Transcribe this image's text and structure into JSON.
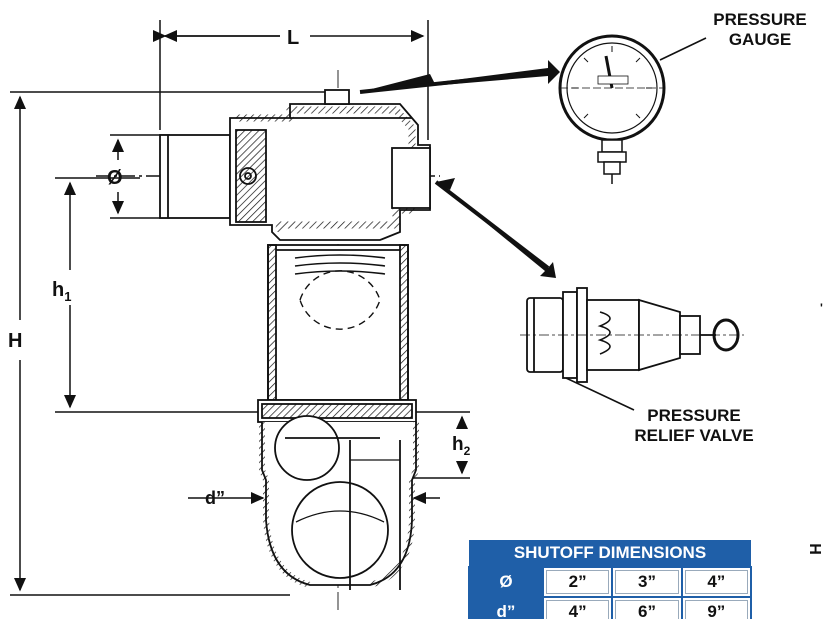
{
  "labels": {
    "L": "L",
    "H": "H",
    "h1_main": "h",
    "h1_sub": "1",
    "h2_main": "h",
    "h2_sub": "2",
    "diameter": "Ø",
    "d": "d”",
    "gauge": "PRESSURE GAUGE",
    "gauge_line1": "PRESSURE",
    "gauge_line2": "GAUGE",
    "relief_line1": "PRESSURE",
    "relief_line2": "RELIEF VALVE",
    "stray_H": "H"
  },
  "table": {
    "title": "SHUTOFF DIMENSIONS",
    "rows": [
      {
        "head": "Ø",
        "values": [
          "2”",
          "3”",
          "4”"
        ]
      },
      {
        "head": "d”",
        "values": [
          "4”",
          "6”",
          "9”"
        ]
      }
    ]
  },
  "colors": {
    "table_accent": "#1f5fa8",
    "ink": "#111111"
  },
  "icons": [
    "pressure-gauge-icon",
    "relief-valve-icon"
  ]
}
